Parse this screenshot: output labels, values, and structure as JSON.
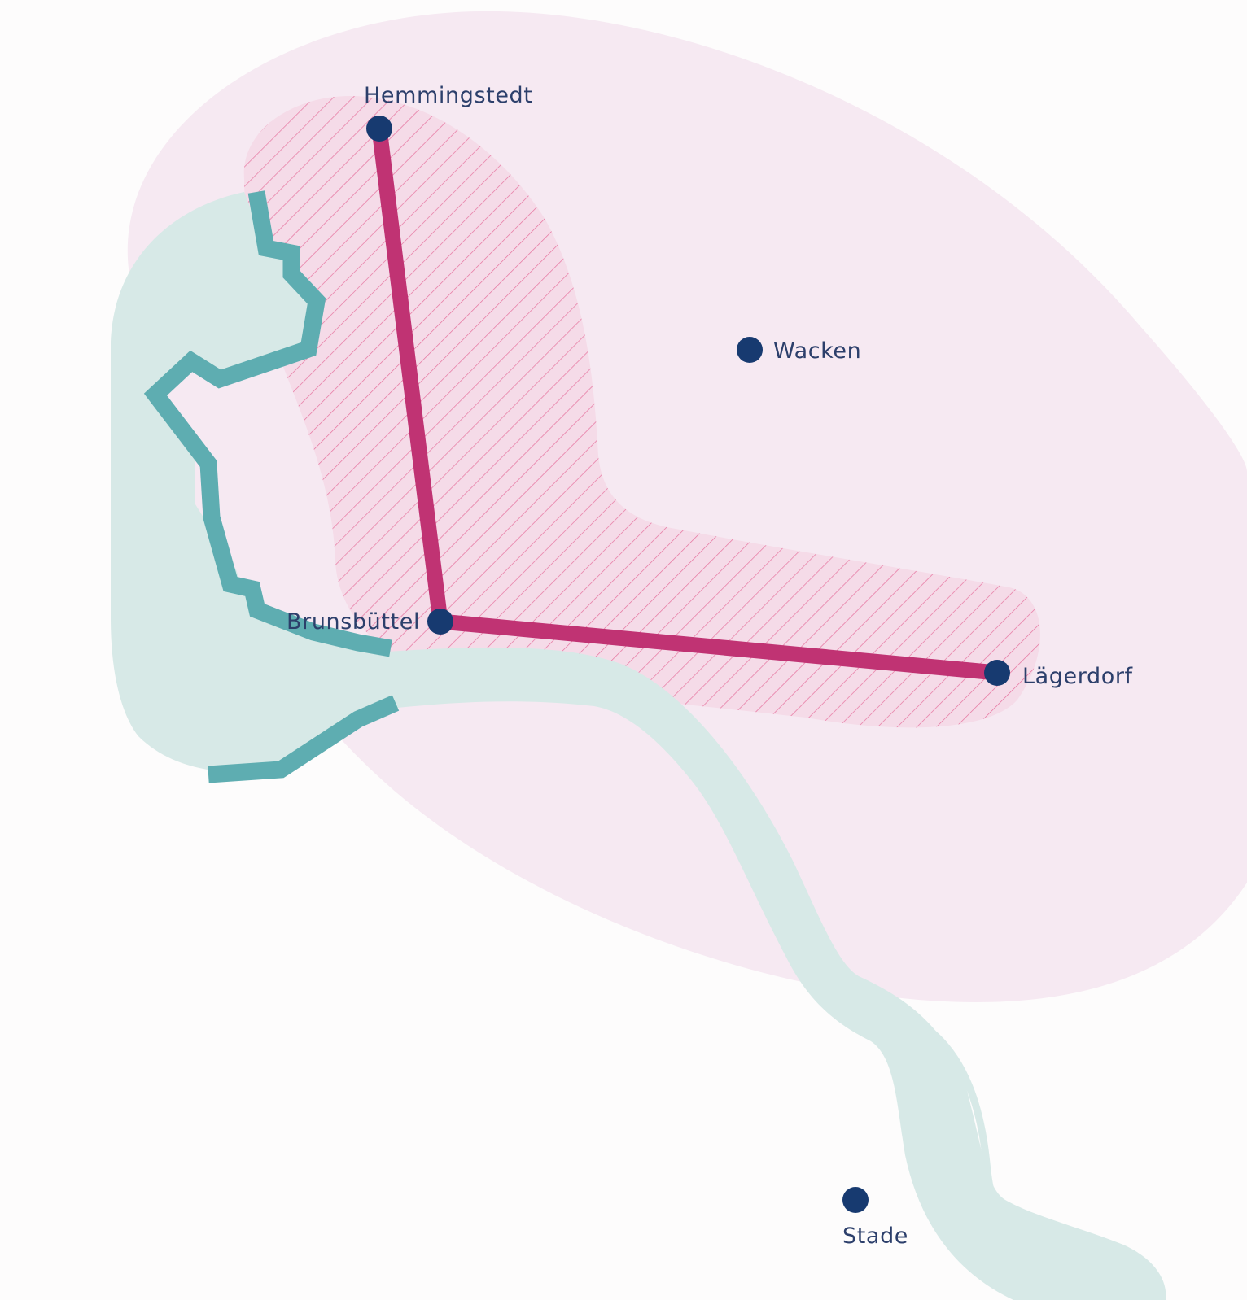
{
  "colors": {
    "background": "#fdfcfc",
    "region_fill": "#f6e9f2",
    "corridor_fill": "#f5dbe8",
    "hatch": "#e6729e",
    "route": "#c03373",
    "water": "#d7e9e7",
    "coastline": "#5eadb1",
    "place_dot": "#173a70",
    "place_label": "#2c3f6b"
  },
  "places": {
    "hemmingstedt": "Hemmingstedt",
    "wacken": "Wacken",
    "brunsbuettel": "Brunsbüttel",
    "laegerdorf": "Lägerdorf",
    "stade": "Stade"
  },
  "icons": {
    "place_marker": "filled-circle-icon"
  }
}
